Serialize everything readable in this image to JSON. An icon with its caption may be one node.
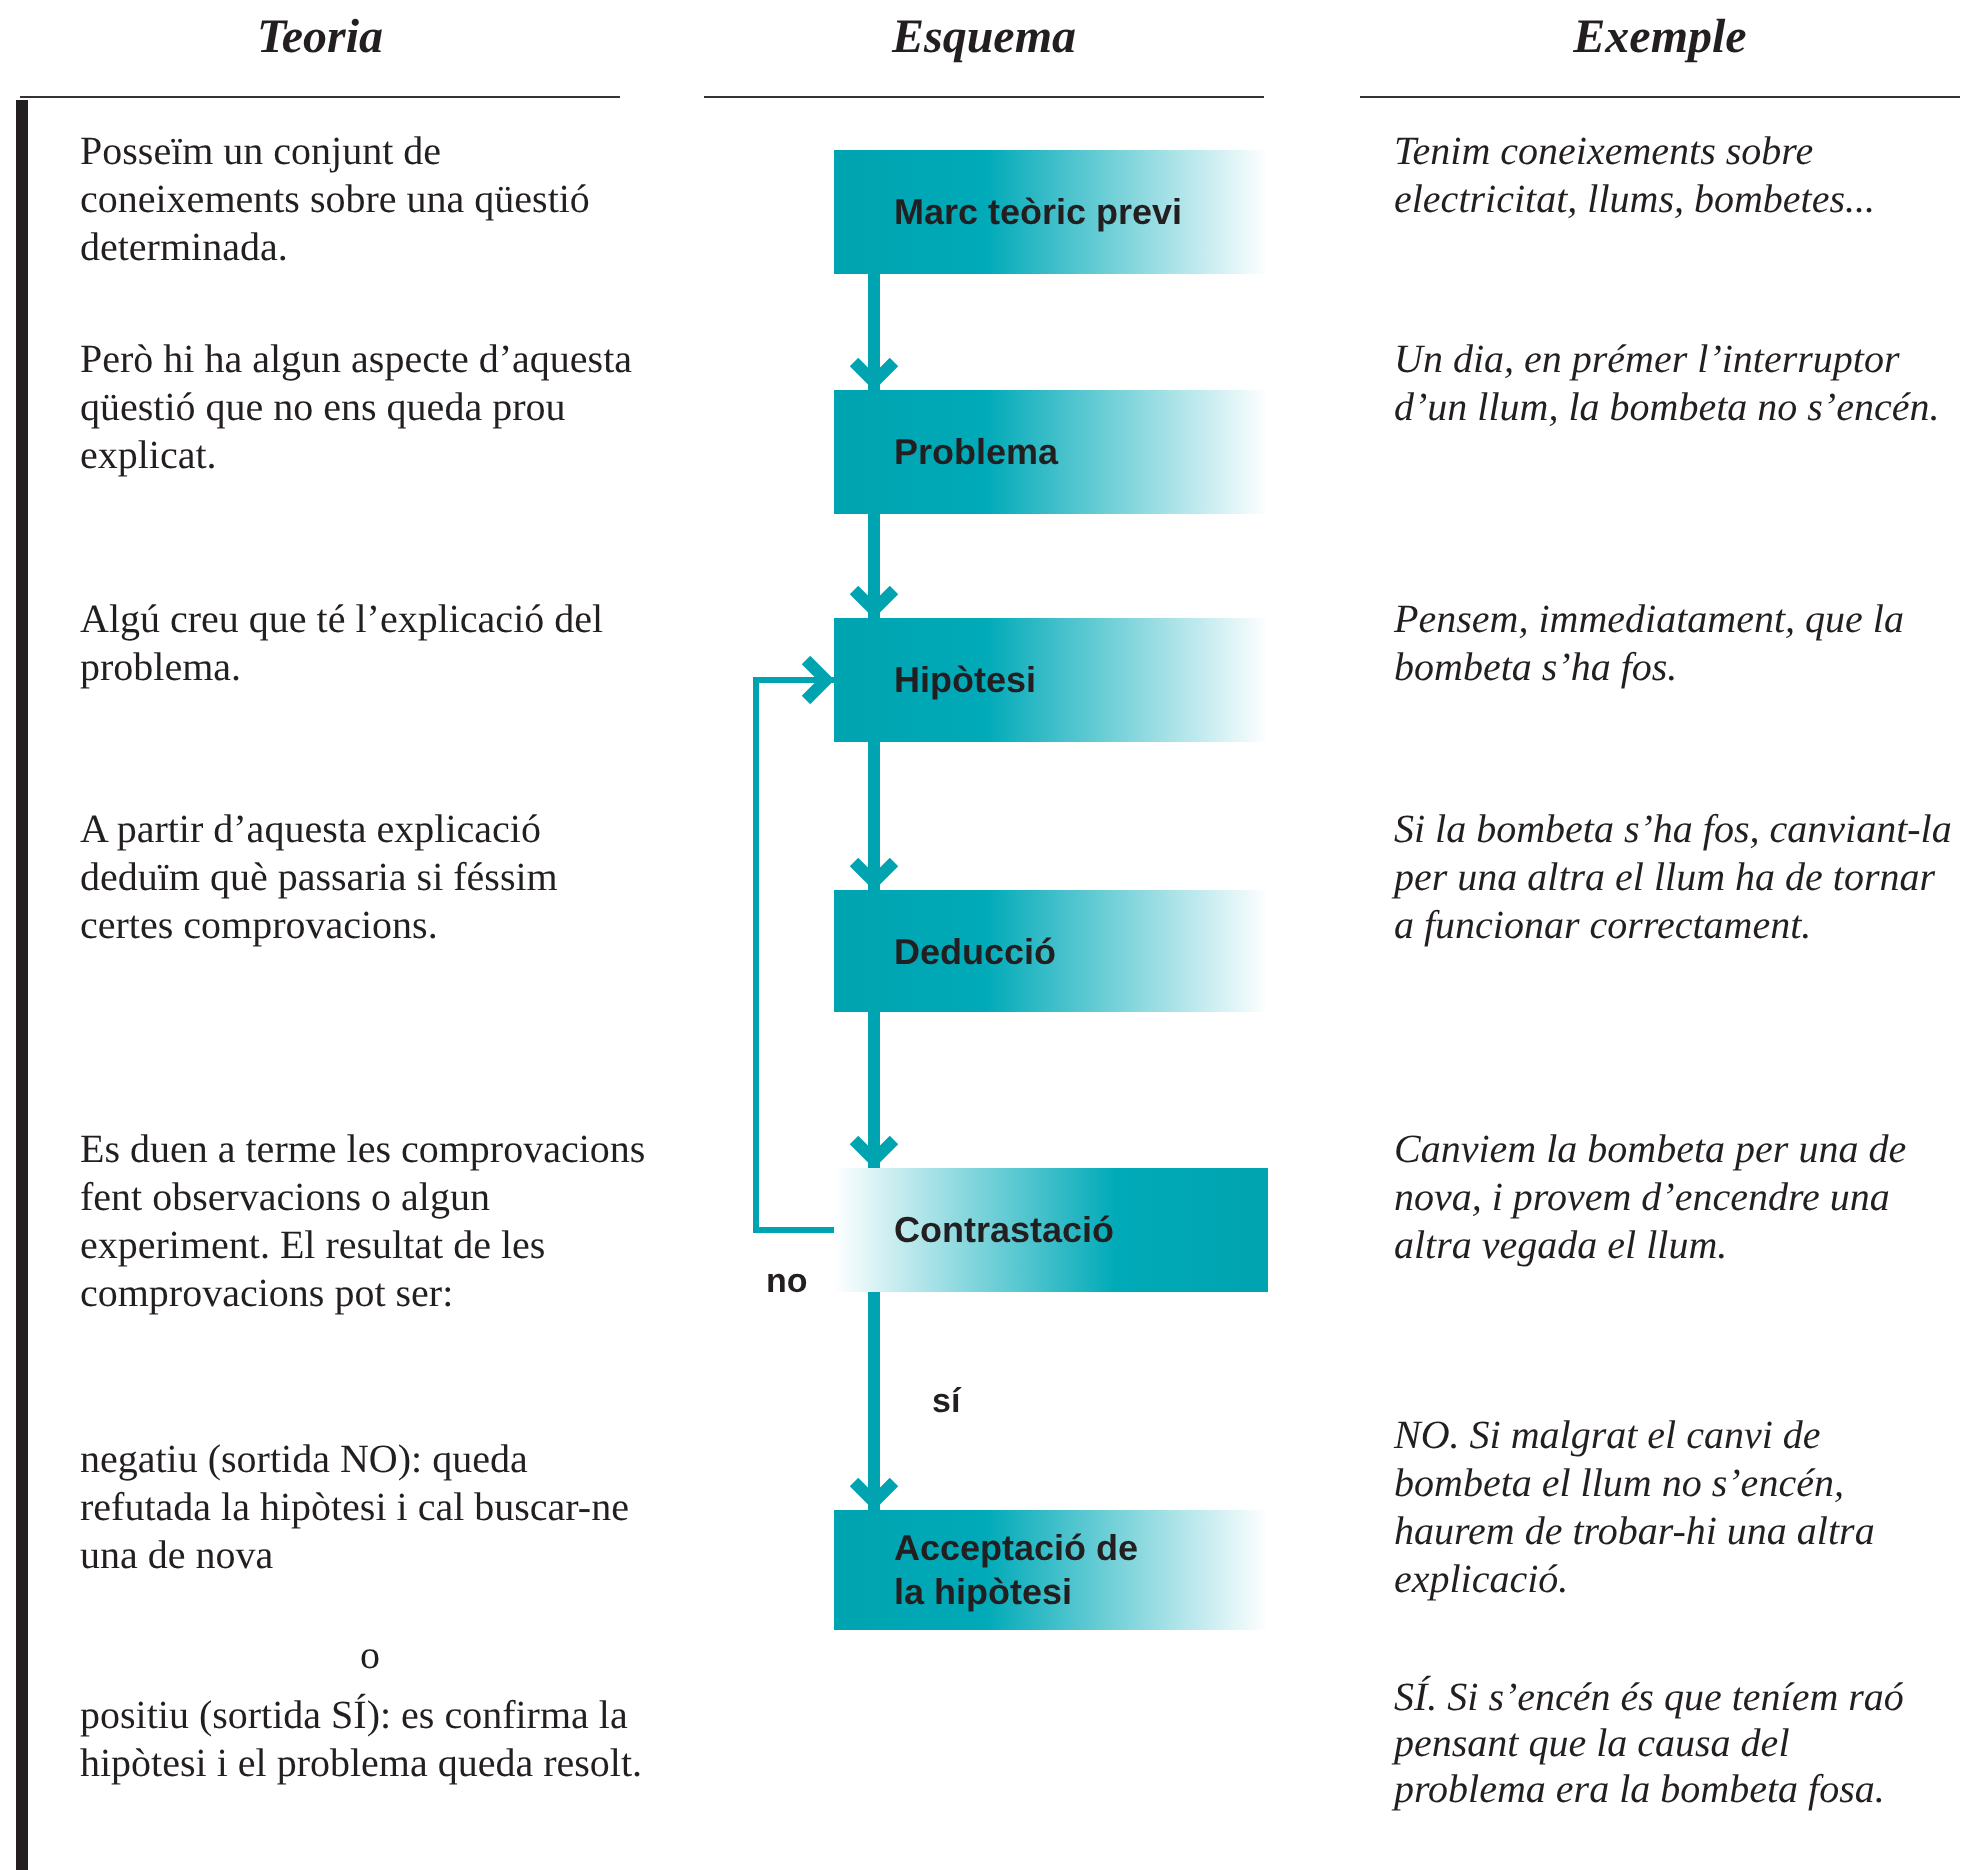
{
  "diagram": {
    "nodes": [
      {
        "text": [
          "Marc teòric previ"
        ]
      },
      {
        "text": [
          "Problema"
        ]
      },
      {
        "text": [
          "Hipòtesi"
        ]
      },
      {
        "text": [
          "Deducció"
        ]
      },
      {
        "text": [
          "Contrastació"
        ]
      },
      {
        "text": [
          "Acceptació de la hipòtesi"
        ]
      }
    ],
    "edges": [
      {
        "from": 0,
        "to": 1,
        "arrow": "to"
      },
      {
        "from": 1,
        "to": 2,
        "arrow": "to"
      },
      {
        "from": 2,
        "to": 3,
        "arrow": "to"
      },
      {
        "from": 3,
        "to": 4,
        "arrow": "to"
      },
      {
        "from": 4,
        "to": 2,
        "arrow": "to",
        "label": "no"
      },
      {
        "from": 4,
        "to": 5,
        "arrow": "to",
        "label": "sí"
      }
    ],
    "labels": [
      "Teoria",
      "Esquema",
      "Exemple",
      "Posseïm un conjunt de coneixements sobre una qüestió determinada.",
      "Però hi ha algun aspecte d’aquesta qüestió que no ens queda prou explicat.",
      "Algú creu que té l’explicació del problema.",
      "A partir d’aquesta explicació deduïm què passaria si féssim certes comprovacions.",
      "Es duen a terme les comprovacions fent observacions o algun experiment. El resultat de les comprovacions pot ser:",
      "negatiu (sortida NO): queda refutada la hipòtesi i cal buscar-ne una de nova",
      "o",
      "positiu (sortida SÍ): es confirma la hipòtesi i el problema queda resolt.",
      "Tenim coneixements sobre electricitat, llums, bombetes...",
      "Un dia, en prémer l’interruptor d’un llum, la bombeta no s’encén.",
      "Pensem, immediatament, que la bombeta s’ha fos.",
      "Si la bombeta s’ha fos, canviant-la per una altra el llum ha de tornar a funcionar correctament.",
      "Canviem la bombeta per una de nova, i provem d’encendre una altra vegada el llum.",
      "NO. Si malgrat el canvi de bombeta el llum no s’encén, haurem de trobar-hi una altra explicació.",
      "SÍ. Si s’encén és que teníem raó pensant que la causa del problema era la bombeta fosa."
    ]
  }
}
